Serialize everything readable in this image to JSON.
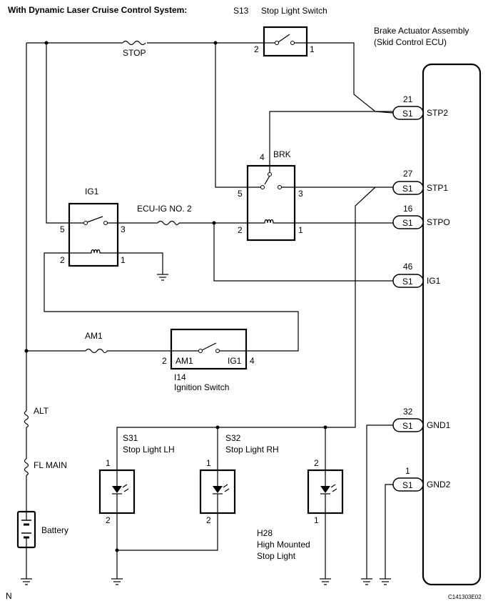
{
  "header": {
    "system": "With Dynamic Laser Cruise Control System:",
    "stop_switch_code": "S13",
    "stop_switch_name": "Stop Light Switch"
  },
  "ecu": {
    "name_line1": "Brake Actuator Assembly",
    "name_line2": "(Skid Control ECU)",
    "connector": "S1",
    "terminals": [
      {
        "pin": "21",
        "name": "STP2"
      },
      {
        "pin": "27",
        "name": "STP1"
      },
      {
        "pin": "16",
        "name": "STPO"
      },
      {
        "pin": "46",
        "name": "IG1"
      },
      {
        "pin": "32",
        "name": "GND1"
      },
      {
        "pin": "1",
        "name": "GND2"
      }
    ]
  },
  "fuses": {
    "stop": "STOP",
    "ecu_ig": "ECU-IG NO. 2",
    "am1": "AM1",
    "alt": "ALT",
    "fl_main": "FL MAIN"
  },
  "relays": {
    "ig1": {
      "name": "IG1",
      "pins": [
        "5",
        "3",
        "2",
        "1"
      ]
    },
    "brk": {
      "name": "BRK",
      "pins": [
        "4",
        "5",
        "3",
        "2",
        "1"
      ]
    }
  },
  "stop_switch_pins": [
    "2",
    "1"
  ],
  "ignition": {
    "code": "I14",
    "name": "Ignition Switch",
    "left_label": "AM1",
    "right_label": "IG1",
    "pin_left": "2",
    "pin_right": "4"
  },
  "lights": [
    {
      "code": "S31",
      "name": "Stop Light LH",
      "pin_top": "1",
      "pin_bottom": "2"
    },
    {
      "code": "S32",
      "name": "Stop Light RH",
      "pin_top": "1",
      "pin_bottom": "2"
    },
    {
      "code": "H28",
      "name_line1": "High Mounted",
      "name_line2": "Stop Light",
      "pin_top": "2",
      "pin_bottom": "1"
    }
  ],
  "battery": "Battery",
  "footer": {
    "left": "N",
    "right": "C141303E02"
  }
}
